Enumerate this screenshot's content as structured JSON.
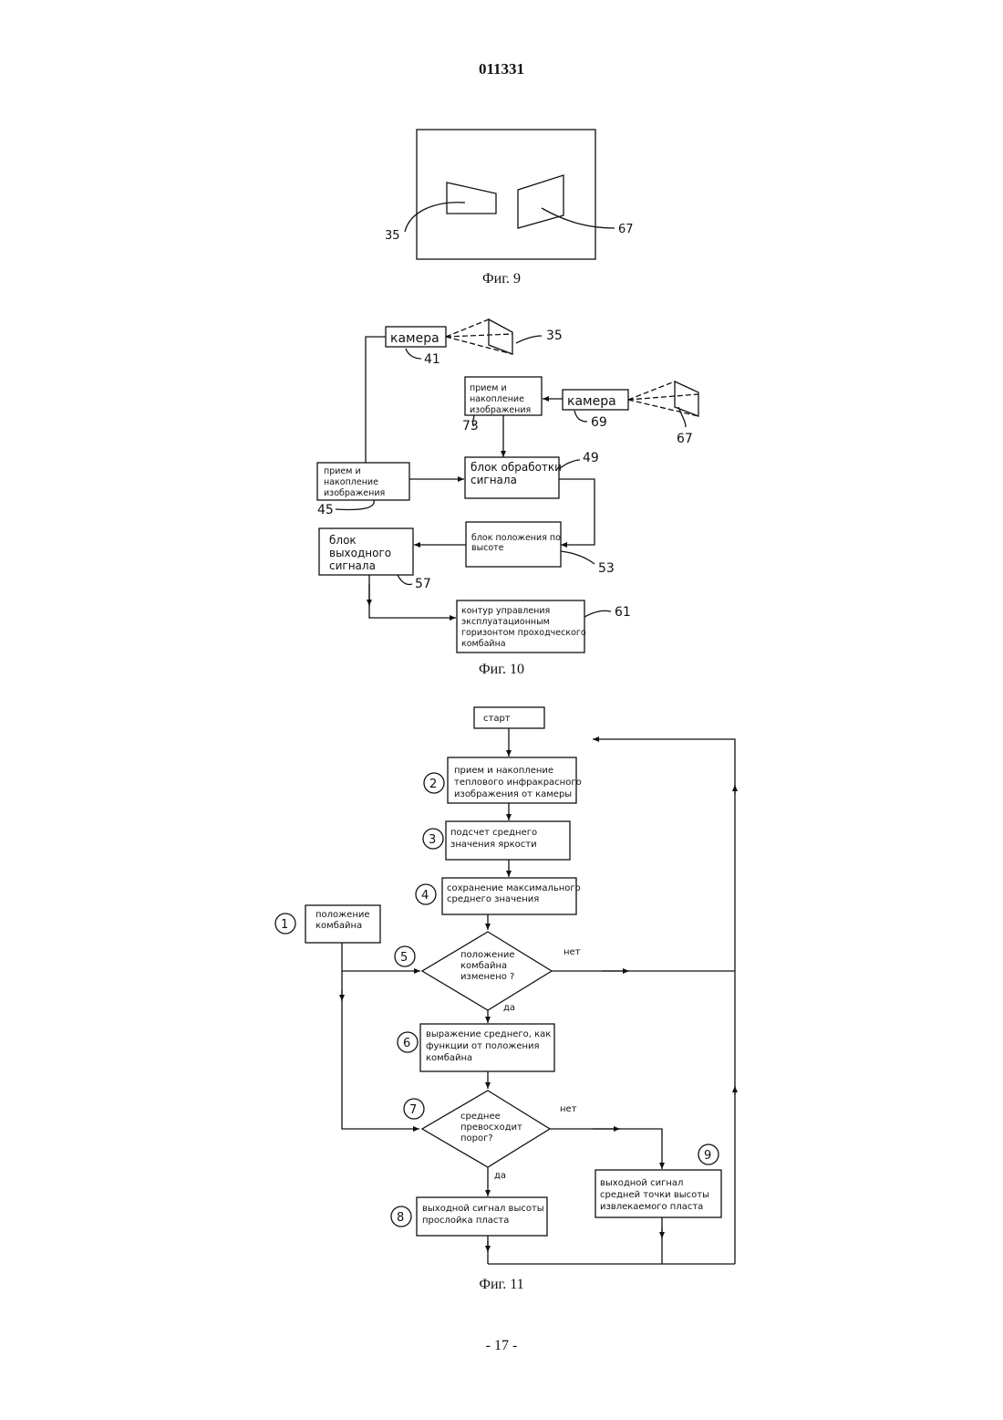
{
  "header": {
    "doc_number": "011331"
  },
  "fig9": {
    "caption": "Фиг. 9",
    "label_35": "35",
    "label_67": "67"
  },
  "fig10": {
    "caption": "Фиг. 10",
    "camera_41": "камера",
    "camera_69": "камера",
    "label_35": "35",
    "label_41": "41",
    "label_67": "67",
    "label_69": "69",
    "label_73": "73",
    "label_45": "45",
    "label_49": "49",
    "label_53": "53",
    "label_57": "57",
    "label_61": "61",
    "acq_73": [
      "прием и",
      "накопление",
      "изображения"
    ],
    "acq_45": [
      "прием и",
      "накопление",
      "изображения"
    ],
    "proc_49": [
      "блок обработки",
      "сигнала"
    ],
    "height_53": [
      "блок положения по",
      "высоте"
    ],
    "out_57": [
      "блок",
      "выходного",
      "сигнала"
    ],
    "ctrl_61": [
      "контур управления",
      "эксплуатационным",
      "горизонтом проходческого",
      "комбайна"
    ]
  },
  "fig11": {
    "caption": "Фиг. 11",
    "start": "старт",
    "step2": [
      "прием и накопление",
      "теплового инфракрасного",
      "изображения от камеры"
    ],
    "step3": [
      "подсчет среднего",
      "значения яркости"
    ],
    "step4": [
      "сохранение максимального",
      "среднего значения"
    ],
    "step1": [
      "положение",
      "комбайна"
    ],
    "step5": [
      "положение",
      "комбайна",
      "изменено ?"
    ],
    "step6": [
      "выражение среднего, как",
      "функции от положения",
      "комбайна"
    ],
    "step7": [
      "среднее",
      "превосходит",
      "порог?"
    ],
    "step8": [
      "выходной сигнал высоты",
      "прослойка пласта"
    ],
    "step9": [
      "выходной сигнал",
      "средней точки высоты",
      "извлекаемого пласта"
    ],
    "yes": "да",
    "no": "нет",
    "num1": "1",
    "num2": "2",
    "num3": "3",
    "num4": "4",
    "num5": "5",
    "num6": "6",
    "num7": "7",
    "num8": "8",
    "num9": "9"
  },
  "footer": {
    "page_number": "- 17 -"
  }
}
